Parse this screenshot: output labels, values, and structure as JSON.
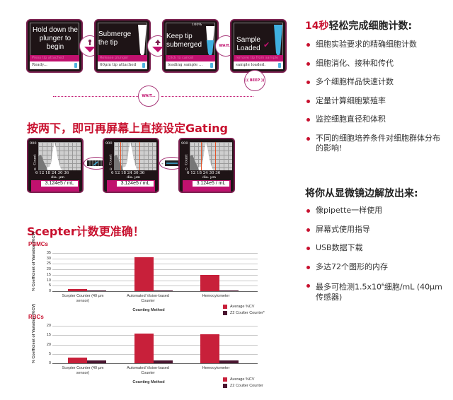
{
  "steps": [
    {
      "message": "Hold down the plunger to begin",
      "bar_text": "Press tip attached",
      "status": "Ready..."
    },
    {
      "message": "Submerge the tip",
      "bar_text": "Release plunger",
      "status": "60µm tip attached"
    },
    {
      "message": "Keep tip submerged",
      "bar_text": "Click to cancel",
      "status": "loading sample ...",
      "fill_label": "100%"
    },
    {
      "message": "Sample Loaded",
      "bar_text": "remove tip from sample",
      "status": "sample loaded."
    }
  ],
  "callouts": {
    "wait1": "WAIT...",
    "wait2": "WAIT...",
    "beep": "BEEP"
  },
  "gating": {
    "heading": "按两下，即可再屏幕上直接设定Gating",
    "screens": [
      {
        "y_max": "900",
        "y_min": "0",
        "y_label": "Count",
        "x_ticks": "6 12 18 24 30 36",
        "x_label": "dia. µm",
        "concentration": "3.124e5 / mL"
      },
      {
        "y_max": "900",
        "y_min": "0",
        "y_label": "Count",
        "x_ticks": "6 12 18 24 30 36",
        "x_label": "dia. µm",
        "concentration": "3.124e5 / mL"
      },
      {
        "y_max": "900",
        "y_min": "0",
        "y_label": "Count",
        "x_ticks": "6 12 18 24 30 36",
        "x_label": "dia. µm",
        "concentration": "3.124e5 / mL"
      }
    ]
  },
  "features": {
    "title_highlight": "14秒",
    "title_rest": "轻松完成细胞计数:",
    "items": [
      "细胞实验要求的精确细胞计数",
      "细胞消化、接种和传代",
      "多个细胞样品快速计数",
      "定量计算细胞繁殖率",
      "监控细胞直径和体积",
      "不同的细胞培养条件对细胞群体分布的影响!"
    ]
  },
  "freedom": {
    "title": "将你从显微镜边解放出来:",
    "items": [
      "像pipette一样使用",
      "屏幕式使用指导",
      "USB数据下载",
      "多达72个图形的内存"
    ],
    "last_item_pre": "最多可检测1.5x10",
    "last_item_sup": "6",
    "last_item_post": "细胞/mL (40µm传感器)"
  },
  "accuracy_title": "Scepter计数更准确！",
  "colors": {
    "accent_red": "#c8102e",
    "magenta": "#c0116e",
    "bar_red": "#c8203a",
    "bar_dark": "#4a1530"
  },
  "chart_data": [
    {
      "type": "bar",
      "title": "PBMCs",
      "xlabel": "Counting Method",
      "ylabel": "% Coefficient of Variation (%CV)",
      "categories": [
        "Scepter Counter (40 µm sensor)",
        "Automated Vision-based Counter",
        "Hemocytometer"
      ],
      "series": [
        {
          "name": "Average %CV",
          "values": [
            2,
            31,
            15
          ]
        },
        {
          "name": "Z2 Coulter Counter*",
          "values": [
            1,
            1,
            1
          ]
        }
      ],
      "yticks": [
        "0",
        "5",
        "10",
        "15",
        "20",
        "25",
        "30",
        "35"
      ],
      "ylim": [
        0,
        35
      ],
      "grid": true,
      "legend_position": "bottom-right"
    },
    {
      "type": "bar",
      "title": "RBCs",
      "xlabel": "Counting Method",
      "ylabel": "% Coefficient of Variation (%CV)",
      "categories": [
        "Scepter Counter (40 µm sensor)",
        "Automated Vision-based Counter",
        "Hemocytometer"
      ],
      "series": [
        {
          "name": "Average %CV",
          "values": [
            3,
            16,
            15.5
          ]
        },
        {
          "name": "Z2 Coulter Counter",
          "values": [
            1.5,
            1.5,
            1.5
          ]
        }
      ],
      "yticks": [
        "0",
        "5",
        "20",
        "15",
        "20"
      ],
      "ylim": [
        0,
        20
      ],
      "grid": true,
      "legend_position": "bottom-right"
    }
  ]
}
